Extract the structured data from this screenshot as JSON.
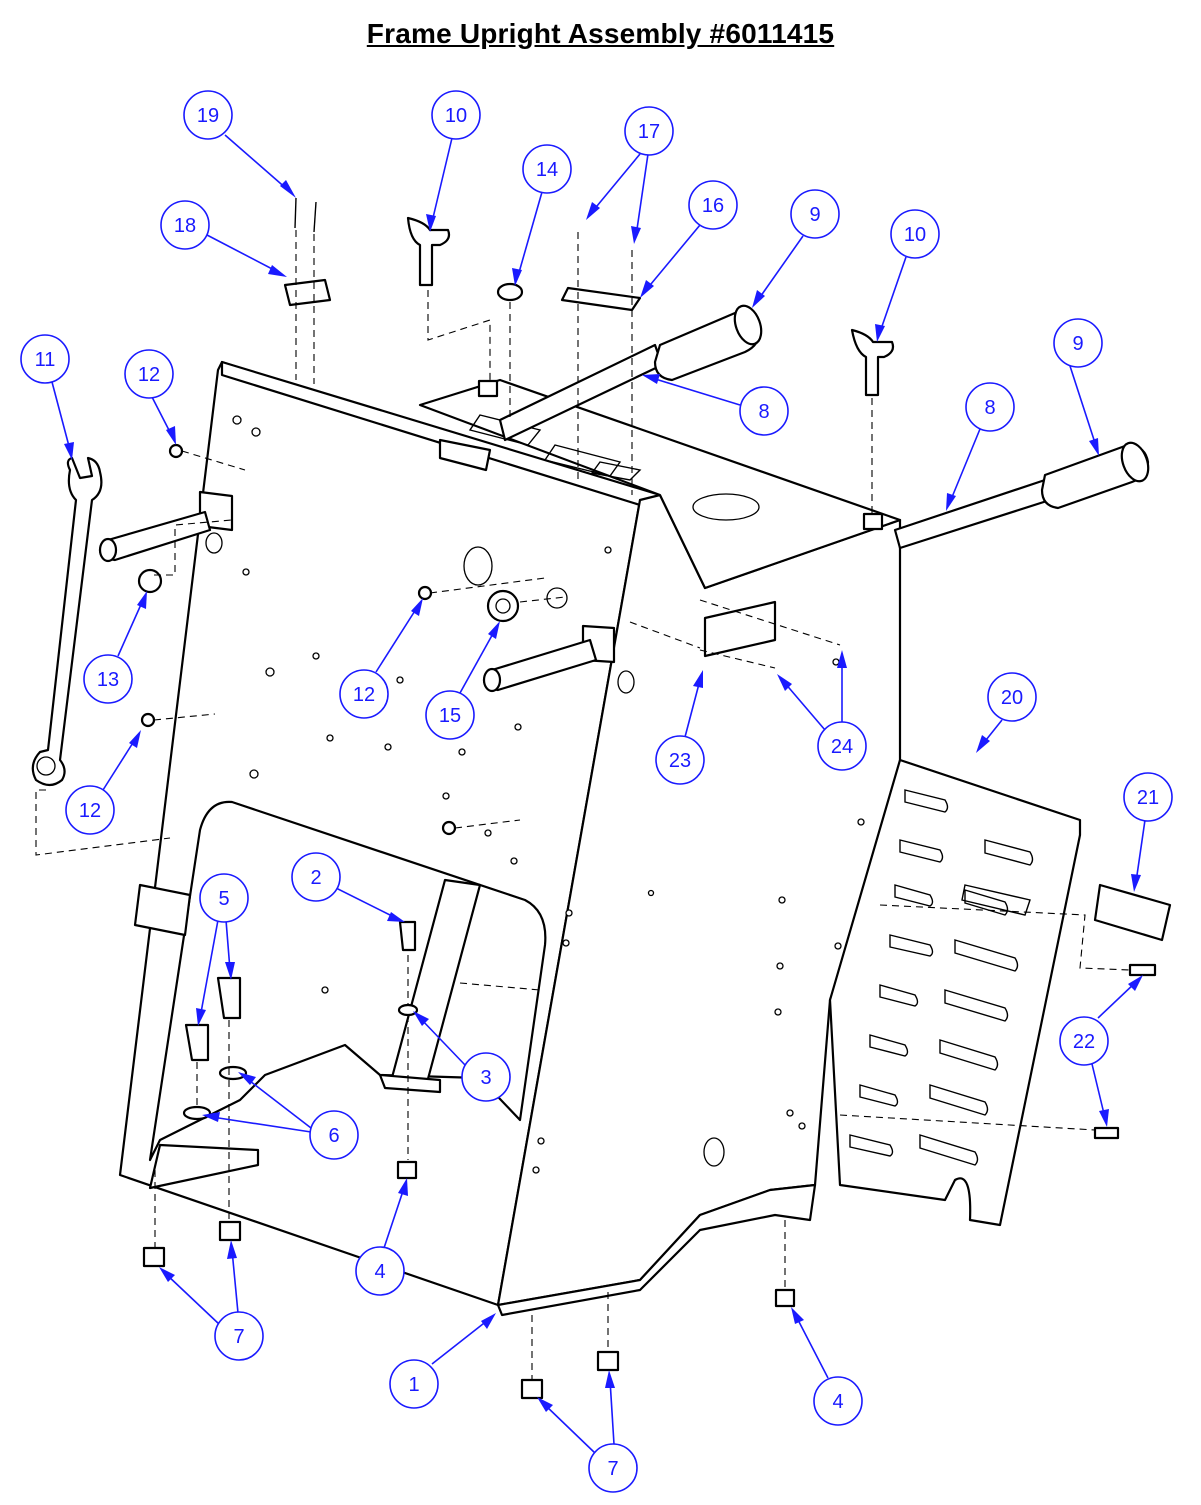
{
  "title": "Frame Upright Assembly #6011415",
  "callouts": [
    {
      "id": "c19",
      "label": "19"
    },
    {
      "id": "c10a",
      "label": "10"
    },
    {
      "id": "c14",
      "label": "14"
    },
    {
      "id": "c17",
      "label": "17"
    },
    {
      "id": "c16",
      "label": "16"
    },
    {
      "id": "c9a",
      "label": "9"
    },
    {
      "id": "c10b",
      "label": "10"
    },
    {
      "id": "c18",
      "label": "18"
    },
    {
      "id": "c11",
      "label": "11"
    },
    {
      "id": "c12a",
      "label": "12"
    },
    {
      "id": "c9b",
      "label": "9"
    },
    {
      "id": "c8a",
      "label": "8"
    },
    {
      "id": "c8b",
      "label": "8"
    },
    {
      "id": "c13",
      "label": "13"
    },
    {
      "id": "c12b",
      "label": "12"
    },
    {
      "id": "c15",
      "label": "15"
    },
    {
      "id": "c20",
      "label": "20"
    },
    {
      "id": "c23",
      "label": "23"
    },
    {
      "id": "c24",
      "label": "24"
    },
    {
      "id": "c12c",
      "label": "12"
    },
    {
      "id": "c21",
      "label": "21"
    },
    {
      "id": "c2",
      "label": "2"
    },
    {
      "id": "c5",
      "label": "5"
    },
    {
      "id": "c22",
      "label": "22"
    },
    {
      "id": "c3",
      "label": "3"
    },
    {
      "id": "c6",
      "label": "6"
    },
    {
      "id": "c4a",
      "label": "4"
    },
    {
      "id": "c7a",
      "label": "7"
    },
    {
      "id": "c1",
      "label": "1"
    },
    {
      "id": "c4b",
      "label": "4"
    },
    {
      "id": "c7b",
      "label": "7"
    }
  ]
}
